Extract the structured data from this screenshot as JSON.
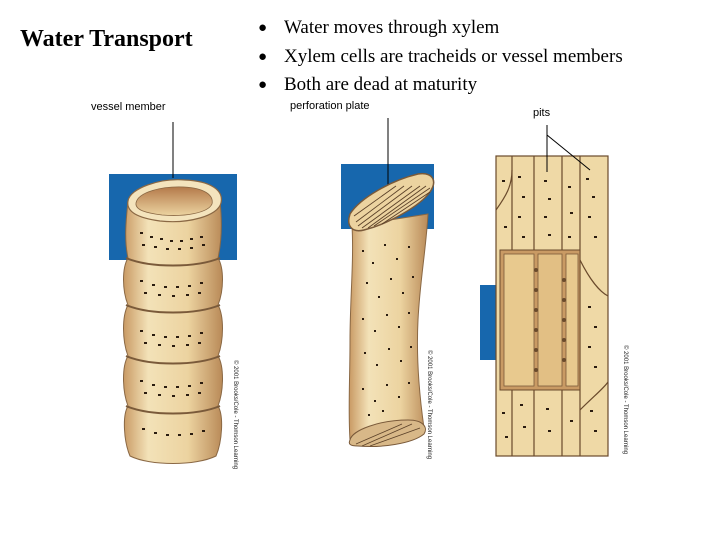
{
  "slide": {
    "title": "Water Transport",
    "bullets": [
      "Water moves through xylem",
      "Xylem cells are tracheids or vessel members",
      "Both are dead at maturity"
    ]
  },
  "diagram": {
    "labels": {
      "vessel_member": "vessel member",
      "perforation_plate": "perforation plate",
      "pits": "pits"
    },
    "credits": [
      "© 2001 Brooks/Cole - Thomson Learning",
      "© 2001 Brooks/Cole - Thomson Learning",
      "© 2001 Brooks/Cole - Thomson Learning"
    ],
    "colors": {
      "blue_block": "#1767ad",
      "cell_wall": "#f0dcae",
      "cell_shadow": "#c99a64",
      "pit": "#2a1c10"
    }
  }
}
